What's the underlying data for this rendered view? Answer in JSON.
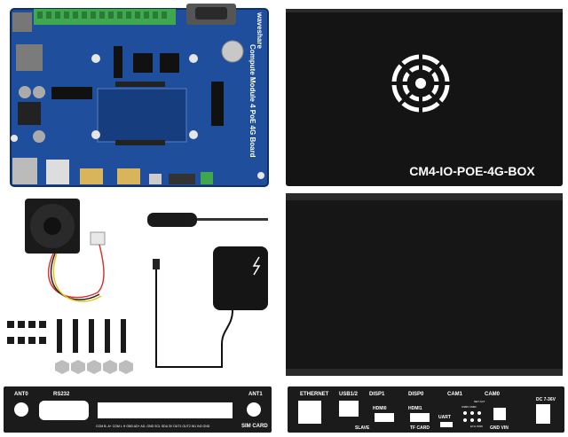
{
  "product": {
    "box_label": "CM4-IO-POE-4G-BOX",
    "board_title": "Compute Module 4 PoE 4G Board",
    "brand": "waveshare"
  },
  "colors": {
    "pcb_blue": "#1f4e9c",
    "case_black": "#141414",
    "panel_black": "#1b1b1b",
    "connector_green": "#3fa84f"
  },
  "front_panel": {
    "labels": {
      "ant0": "ANT0",
      "rs232": "RS232",
      "ant1": "ANT1",
      "sim_card": "SIM CARD",
      "terminal_row": "COM  B-  A+  COM  L  H  GND  AD+  AD-  GND  SCL  SDA  3V  OUT1  OUT2  IN1  IN2  GND"
    }
  },
  "rear_panel": {
    "labels": {
      "ethernet": "ETHERNET",
      "usb12": "USB1/2",
      "disp1": "DISP1",
      "disp0": "DISP0",
      "cam1": "CAM1",
      "cam0": "CAM0",
      "dc": "DC 7-36V",
      "hdmi0": "HDMI0",
      "hdmi1": "HDMI1",
      "uart": "UART",
      "slave": "SLAVE",
      "tf_card": "TF CARD",
      "gnd_vin": "GND VIN",
      "usb_row": "USB3  USB4",
      "led_row": "NET  ACT",
      "pwr_row": "ETH  PWR"
    }
  }
}
